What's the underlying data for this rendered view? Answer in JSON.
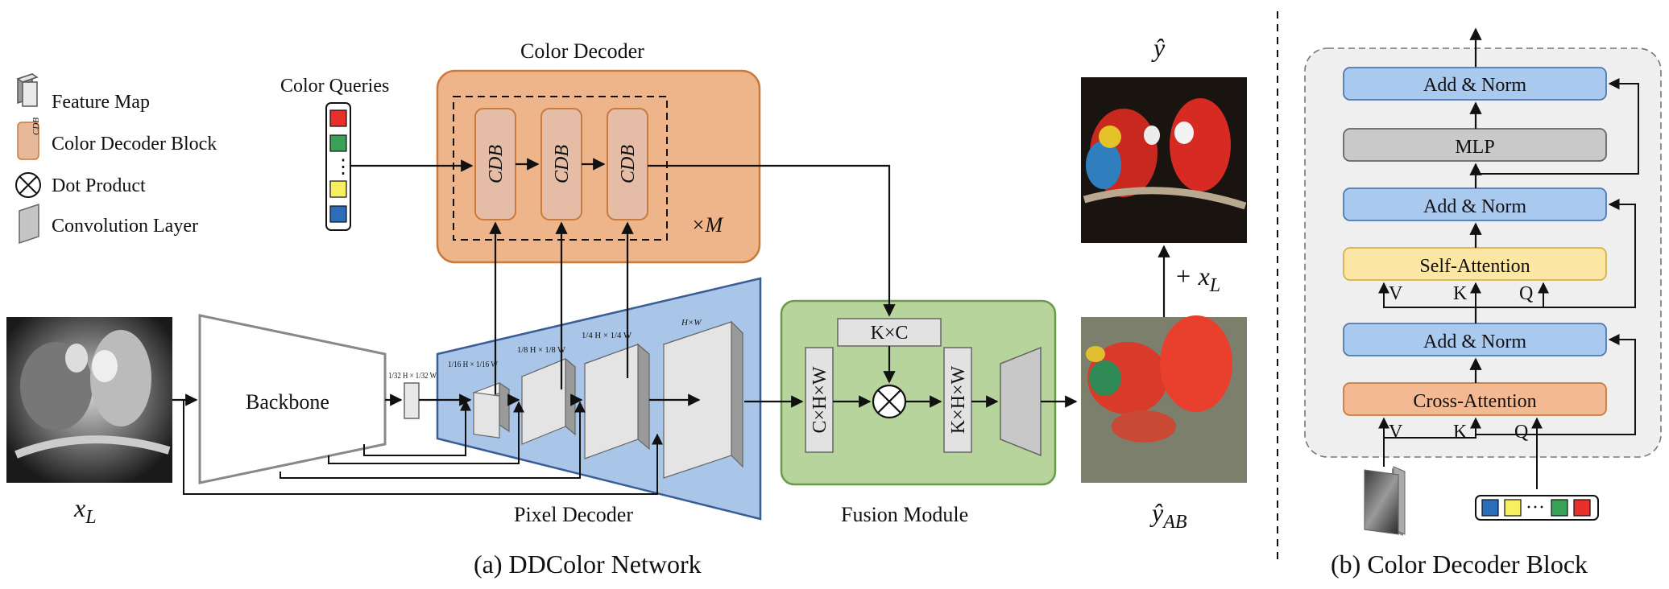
{
  "legend": {
    "feature_map": "Feature Map",
    "cdb_block": "Color Decoder Block",
    "dot_product": "Dot Product",
    "conv_layer": "Convolution Layer",
    "cdb_icon_text": "CDB"
  },
  "color_queries": {
    "title": "Color Queries",
    "ellipsis": "⋮",
    "colors": [
      "#e8302a",
      "#3aa256",
      "#f7ef5e",
      "#2a6db8"
    ]
  },
  "color_decoder": {
    "title": "Color Decoder",
    "cdb_labels": [
      "CDB",
      "CDB",
      "CDB"
    ],
    "repeat": "×M"
  },
  "inputs": {
    "x_L": "x",
    "x_L_sub": "L"
  },
  "backbone": {
    "label": "Backbone"
  },
  "pixel_decoder": {
    "label": "Pixel Decoder",
    "scale_labels": [
      "1/32 H × 1/32 W",
      "1/16 H × 1/16 W",
      "1/8 H × 1/8 W",
      "1/4 H × 1/4 W",
      "H×W"
    ]
  },
  "fusion_module": {
    "label": "Fusion Module",
    "kc": "K×C",
    "chw": "C×H×W",
    "khw": "K×H×W"
  },
  "outputs": {
    "y_hat": "ŷ",
    "y_hat_ab": "ŷ",
    "y_hat_ab_sub": "AB",
    "plus_xl": "+ x",
    "plus_xl_sub": "L"
  },
  "captions": {
    "left": "(a) DDColor Network",
    "right": "(b) Color Decoder Block"
  },
  "cdb_detail": {
    "add_norm_top": "Add & Norm",
    "mlp": "MLP",
    "add_norm_mid": "Add & Norm",
    "self_attention": "Self-Attention",
    "add_norm_low": "Add & Norm",
    "cross_attention": "Cross-Attention",
    "sa_inputs": [
      "V",
      "K",
      "Q"
    ],
    "ca_inputs": [
      "V",
      "K",
      "Q"
    ],
    "query_colors": [
      "#2a6db8",
      "#f7ef5e",
      "#3aa256",
      "#e8302a"
    ],
    "query_ellipsis": "···"
  },
  "colors": {
    "decoder_fill": "#eeb48a",
    "decoder_stroke": "#c97a3d",
    "pixel_fill": "#a9c5e7",
    "pixel_stroke": "#3a5d95",
    "fusion_fill": "#b7d49c",
    "fusion_stroke": "#6a9a4c",
    "blue_block": "#aac9ee",
    "yellow_block": "#fbe6a3",
    "orange_block": "#f3b993",
    "gray_block": "#c9c9c9",
    "panel_fill": "#efefef"
  }
}
